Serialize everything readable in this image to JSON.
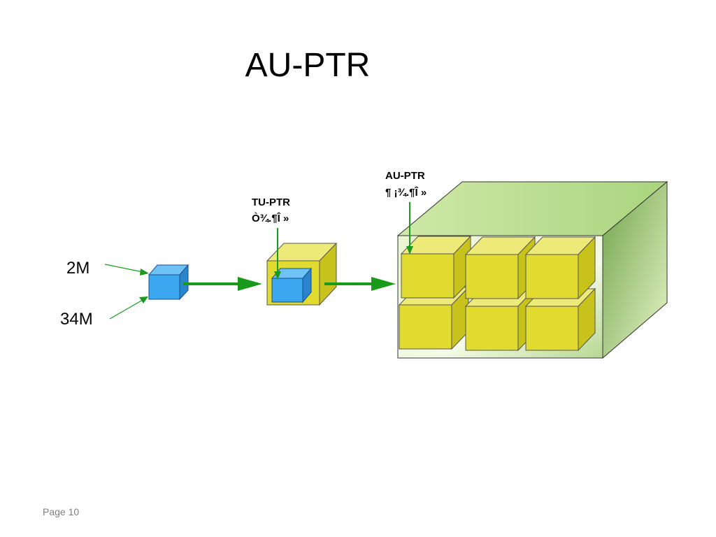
{
  "slide": {
    "title": "AU-PTR",
    "page_label": "Page 10"
  },
  "diagram": {
    "inputs": [
      "2M",
      "34M"
    ],
    "tu_ptr": {
      "line1": "TU-PTR",
      "line2": "Ò¾.¶Î »"
    },
    "au_ptr": {
      "line1": "AU-PTR",
      "line2": "¶ ¡¾.¶Î »"
    }
  },
  "colors": {
    "blue_box": "#3aa7f0",
    "yellow_box": "#e6e040",
    "green_container": "#9ccb6f",
    "arrow_green": "#1a9a1a"
  }
}
